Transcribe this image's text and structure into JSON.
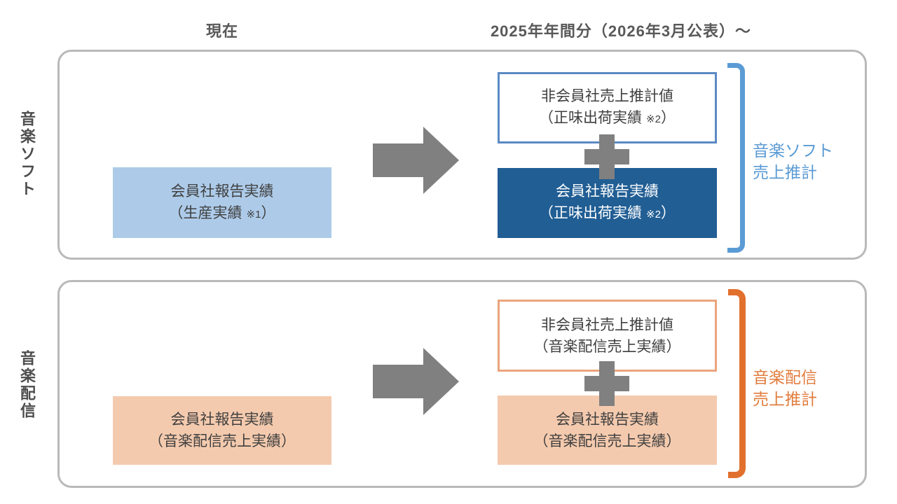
{
  "headers": {
    "current": "現在",
    "future": "2025年年間分（2026年3月公表）～"
  },
  "sections": [
    {
      "side_label": "音楽ソフト",
      "current_box": {
        "line1": "会員社報告実績",
        "line2_pre": "（生産実績",
        "note": "※1",
        "line2_post": "）"
      },
      "nonmember_box": {
        "line1": "非会員社売上推計値",
        "line2_pre": "（正味出荷実績",
        "note": "※2",
        "line2_post": "）"
      },
      "member_box": {
        "line1": "会員社報告実績",
        "line2_pre": "（正味出荷実績",
        "note": "※2",
        "line2_post": "）"
      },
      "bracket_label": {
        "line1": "音楽ソフト",
        "line2": "売上推計"
      }
    },
    {
      "side_label": "音楽配信",
      "current_box": {
        "line1": "会員社報告実績",
        "line2_pre": "（音楽配信売上実績）",
        "note": "",
        "line2_post": ""
      },
      "nonmember_box": {
        "line1": "非会員社売上推計値",
        "line2_pre": "（音楽配信売上実績）",
        "note": "",
        "line2_post": ""
      },
      "member_box": {
        "line1": "会員社報告実績",
        "line2_pre": "（音楽配信売上実績）",
        "note": "",
        "line2_post": ""
      },
      "bracket_label": {
        "line1": "音楽配信",
        "line2": "売上推計"
      }
    }
  ],
  "icons": {
    "arrow": "right-arrow-icon",
    "plus": "plus-icon"
  },
  "colors": {
    "panel-border": "#B9B9B9",
    "header-text": "#595959",
    "side-label-text": "#4D4D4D",
    "box-text": "#3F3F3F",
    "blue-light": "#ADCBE9",
    "blue-dark": "#215E94",
    "blue-border": "#5B8AC5",
    "blue-accent": "#5B9BD5",
    "orange-light": "#F4CAAE",
    "orange-border": "#EBA47C",
    "orange-accent": "#E2702D",
    "orange-label": "#E17D3E",
    "shape-gray": "#808080"
  }
}
